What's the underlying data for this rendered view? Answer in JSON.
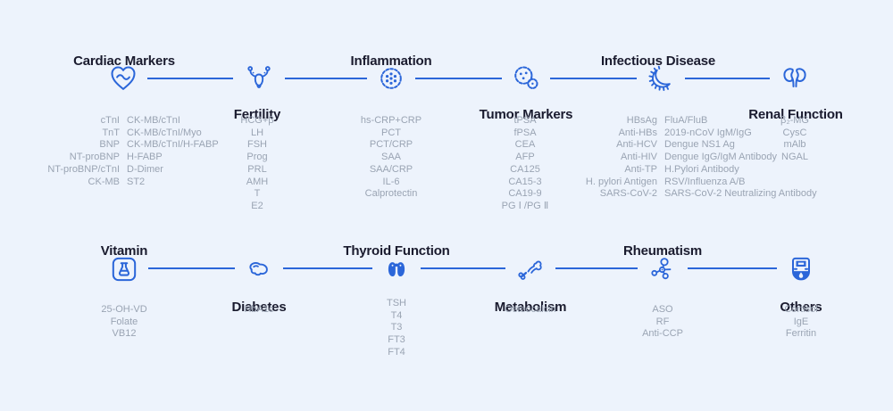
{
  "colors": {
    "background": "#edf3fc",
    "accent": "#2b66d9",
    "title": "#1a1b2e",
    "item_text": "#9aa4b3"
  },
  "rows": [
    {
      "groups": [
        {
          "id": "cardiac-markers",
          "title": "Cardiac Markers",
          "icon": "heart-pulse-icon",
          "columns": {
            "left": [
              "cTnI",
              "TnT",
              "BNP",
              "NT-proBNP",
              "NT-proBNP/cTnI",
              "CK-MB"
            ],
            "right": [
              "CK-MB/cTnI",
              "CK-MB/cTnI/Myo",
              "CK-MB/cTnI/H-FABP",
              "H-FABP",
              "D-Dimer",
              "ST2"
            ]
          }
        },
        {
          "id": "fertility",
          "title": "Fertility",
          "icon": "uterus-icon",
          "items": [
            "HCG+β",
            "LH",
            "FSH",
            "Prog",
            "PRL",
            "AMH",
            "T",
            "E2"
          ]
        },
        {
          "id": "inflammation",
          "title": "Inflammation",
          "icon": "virus-icon",
          "items": [
            "hs-CRP+CRP",
            "PCT",
            "PCT/CRP",
            "SAA",
            "SAA/CRP",
            "IL-6",
            "Calprotectin"
          ]
        },
        {
          "id": "tumor-markers",
          "title": "Tumor Markers",
          "icon": "tumor-cells-icon",
          "items": [
            "tPSA",
            "fPSA",
            "CEA",
            "AFP",
            "CA125",
            "CA15-3",
            "CA19-9",
            "PG Ⅰ /PG Ⅱ"
          ]
        },
        {
          "id": "infectious-disease",
          "title": "Infectious Disease",
          "icon": "bacteria-icon",
          "columns": {
            "left": [
              "HBsAg",
              "Anti-HBs",
              "Anti-HCV",
              "Anti-HIV",
              "Anti-TP",
              "H. pylori Antigen",
              "SARS-CoV-2"
            ],
            "right": [
              "FluA/FluB",
              "2019-nCoV IgM/IgG",
              "Dengue NS1 Ag",
              "Dengue IgG/IgM Antibody",
              "H.Pylori Antibody",
              "RSV/Influenza A/B",
              "SARS-CoV-2 Neutralizing Antibody"
            ]
          }
        },
        {
          "id": "renal-function",
          "title": "Renal Function",
          "icon": "kidneys-icon",
          "items": [
            "β₂-MG",
            "CysC",
            "mAlb",
            "NGAL"
          ]
        }
      ]
    },
    {
      "groups": [
        {
          "id": "vitamin",
          "title": "Vitamin",
          "icon": "flask-icon",
          "items": [
            "25-OH-VD",
            "Folate",
            "VB12"
          ]
        },
        {
          "id": "diabetes",
          "title": "Diabetes",
          "icon": "pancreas-icon",
          "items": [
            "HbA1c"
          ]
        },
        {
          "id": "thyroid-function",
          "title": "Thyroid Function",
          "icon": "thyroid-icon",
          "items": [
            "TSH",
            "T4",
            "T3",
            "FT3",
            "FT4"
          ]
        },
        {
          "id": "metabolism",
          "title": "Metabolism",
          "icon": "bone-joint-icon",
          "items": [
            "Osteocalcin"
          ]
        },
        {
          "id": "rheumatism",
          "title": "Rheumatism",
          "icon": "molecule-icon",
          "items": [
            "ASO",
            "RF",
            "Anti-CCP"
          ]
        },
        {
          "id": "others",
          "title": "Others",
          "icon": "analyzer-device-icon",
          "items": [
            "Cortisol",
            "IgE",
            "Ferritin"
          ]
        }
      ]
    }
  ]
}
